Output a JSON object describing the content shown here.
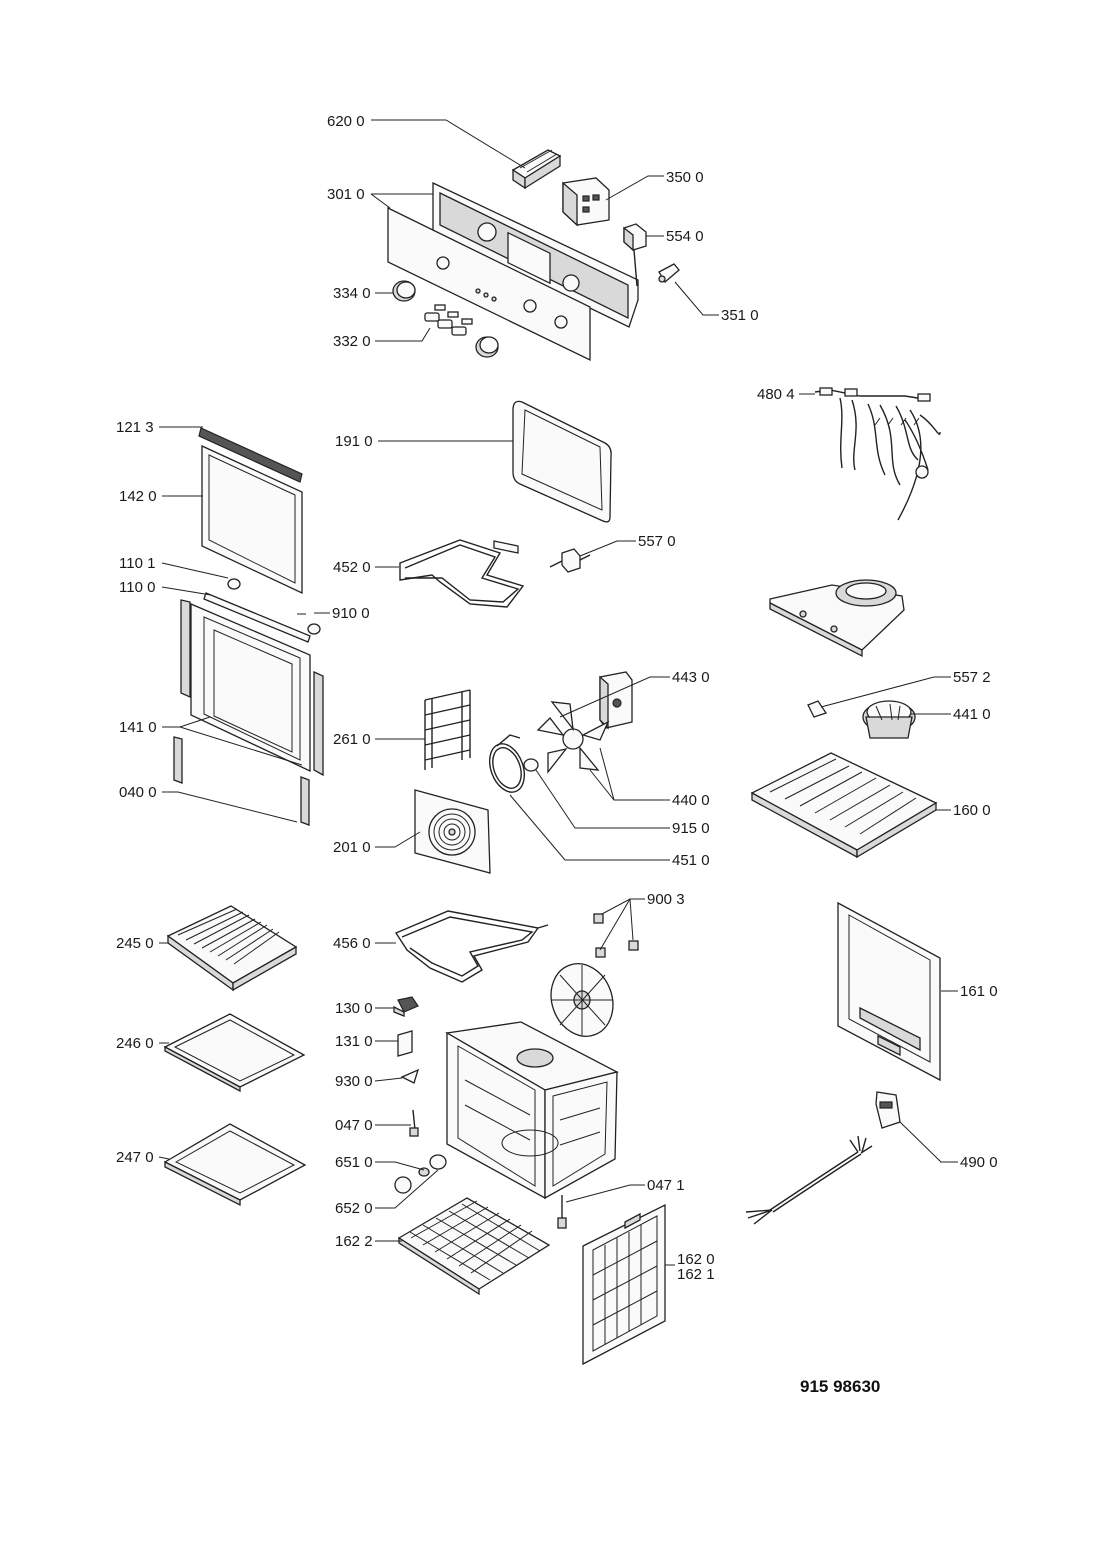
{
  "diagram": {
    "labels": {
      "l620": "620 0",
      "l350": "350 0",
      "l301": "301 0",
      "l554": "554 0",
      "l334": "334 0",
      "l351": "351 0",
      "l332": "332 0",
      "l480": "480 4",
      "l121": "121 3",
      "l191": "191 0",
      "l142": "142 0",
      "l557": "557 0",
      "l452": "452 0",
      "l1101": "110 1",
      "l1100": "110 0",
      "l910": "910 0",
      "l443": "443 0",
      "l5572": "557 2",
      "l441": "441 0",
      "l141": "141 0",
      "l261": "261 0",
      "l440": "440 0",
      "l040": "040 0",
      "l160": "160 0",
      "l915": "915 0",
      "l201": "201 0",
      "l451": "451 0",
      "l900": "900 3",
      "l245": "245 0",
      "l456": "456 0",
      "l161": "161 0",
      "l130": "130 0",
      "l246": "246 0",
      "l131": "131 0",
      "l930": "930 0",
      "l047": "047 0",
      "l490": "490 0",
      "l247": "247 0",
      "l651": "651 0",
      "l0471": "047 1",
      "l652": "652 0",
      "l1622": "162 2",
      "l1620": "162 0",
      "l1621": "162 1"
    },
    "drawing_code": "915 98630",
    "parts": [
      "control-panel-frame",
      "control-panel-front",
      "knob",
      "timer",
      "programmer",
      "switch",
      "door-glass",
      "door-frame",
      "gasket",
      "grill-element",
      "circular-element",
      "fan",
      "motor",
      "wire-harness",
      "shelf-rack",
      "grid-shelf",
      "baking-tray",
      "deep-pan",
      "cavity",
      "side-panel",
      "rear-cover",
      "catalytic-panel",
      "power-cord"
    ]
  }
}
